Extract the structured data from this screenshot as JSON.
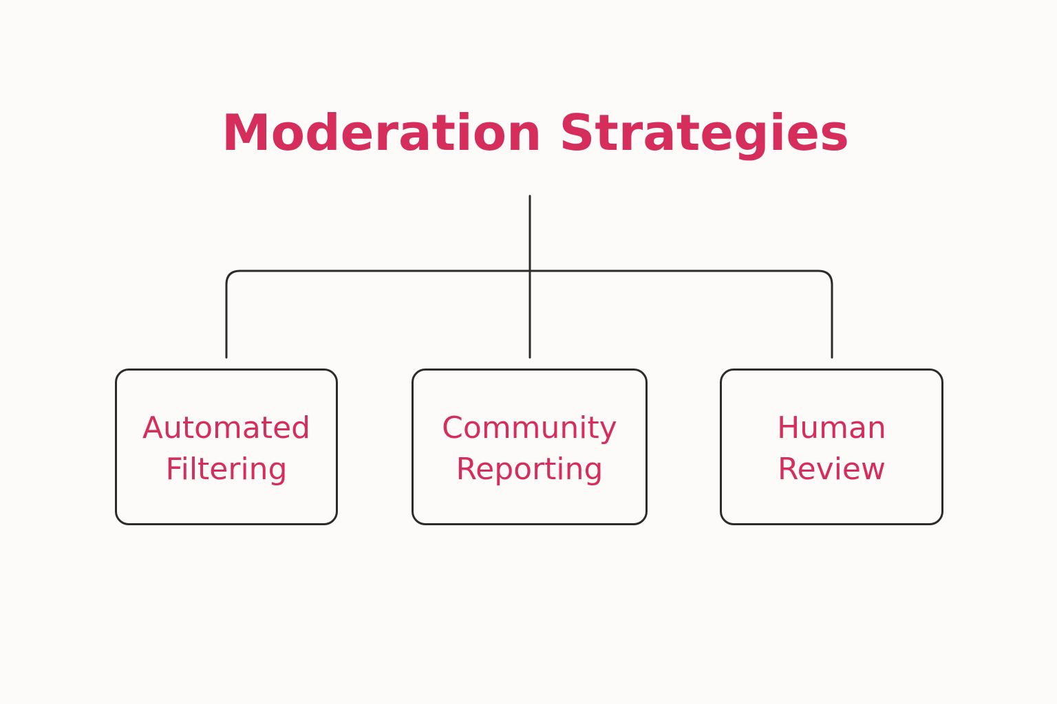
{
  "title": "Moderation Strategies",
  "colors": {
    "accent": "#d62e5c",
    "line": "#2b2b2b",
    "background": "#fcfbf9"
  },
  "nodes": [
    {
      "line1": "Automated",
      "line2": "Filtering"
    },
    {
      "line1": "Community",
      "line2": "Reporting"
    },
    {
      "line1": "Human",
      "line2": "Review"
    }
  ]
}
